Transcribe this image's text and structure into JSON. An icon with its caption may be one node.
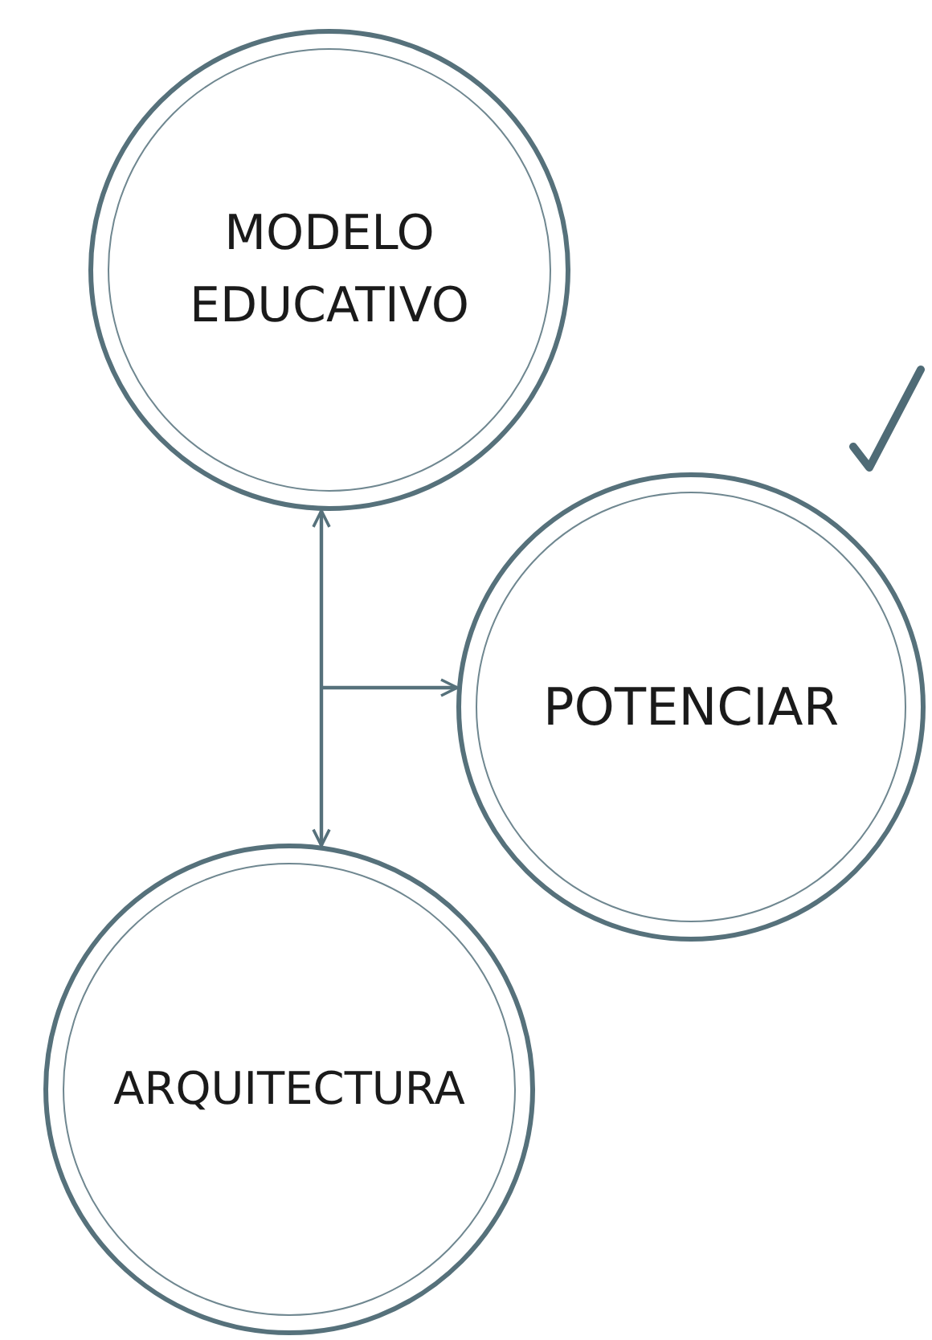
{
  "diagram": {
    "nodes": [
      {
        "text": [
          "MODELO EDUCATIVO"
        ]
      },
      {
        "text": [
          "POTENCIAR"
        ]
      },
      {
        "text": [
          "ARQUITECTURA"
        ]
      }
    ],
    "edges": [
      {
        "from": 0,
        "to": 2,
        "arrow": "both"
      },
      {
        "from": null,
        "to": 1,
        "arrow": "to"
      }
    ]
  }
}
